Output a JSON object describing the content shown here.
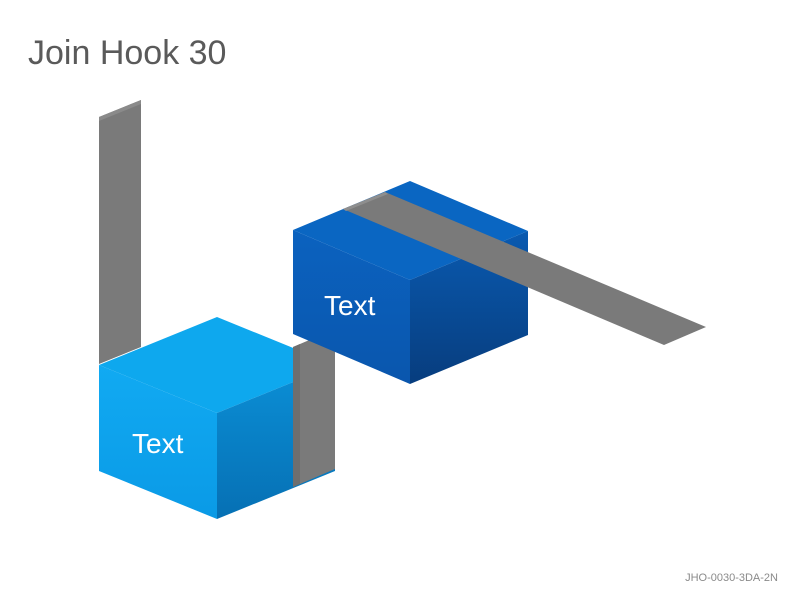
{
  "slide": {
    "title": "Join Hook 30",
    "code": "JHO-0030-3DA-2N"
  },
  "boxes": [
    {
      "label": "Text",
      "color": "#0ea8ee"
    },
    {
      "label": "Text",
      "color": "#0a64c0"
    }
  ],
  "connector_color": "#7a7a7a"
}
